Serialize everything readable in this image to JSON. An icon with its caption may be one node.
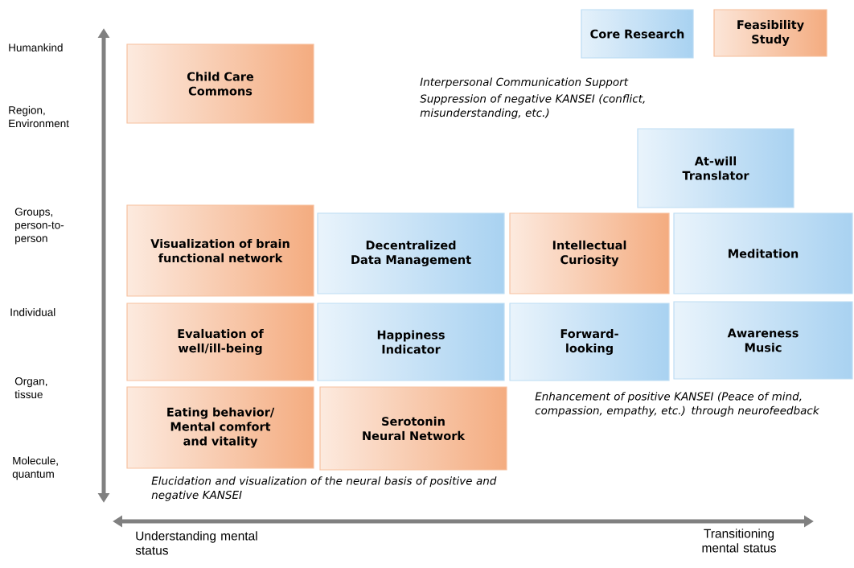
{
  "diagram": {
    "nodes": [
      {
        "text": [
          "Child Care Commons"
        ]
      },
      {
        "text": [
          "At-will Translator"
        ]
      },
      {
        "text": [
          "Visualization of brain functional network"
        ]
      },
      {
        "text": [
          "Decentralized Data Management"
        ]
      },
      {
        "text": [
          "Intellectual Curiosity"
        ]
      },
      {
        "text": [
          "Meditation"
        ]
      },
      {
        "text": [
          "Evaluation of well/ill-being"
        ]
      },
      {
        "text": [
          "Happiness Indicator"
        ]
      },
      {
        "text": [
          "Forward-looking"
        ]
      },
      {
        "text": [
          "Awareness Music"
        ]
      },
      {
        "text": [
          "Eating behavior/ Mental comfort and vitality"
        ]
      },
      {
        "text": [
          "Serotonin Neural Network"
        ]
      }
    ],
    "labels": [
      "Humankind",
      "Region, Environment",
      "Interpersonal Communication Support",
      "Suppression of negative KANSEI (conflict, misunderstanding, etc.)",
      "Groups, person-to-person",
      "Individual",
      "Organ, tissue",
      "Enhancement of positive KANSEI (Peace of mind, compassion, empathy, etc.) through neurofeedback",
      "Molecule, quantum",
      "Elucidation and visualization of the neural basis of positive and negative KANSEI",
      "Understanding mental status",
      "Transitioning mental status"
    ],
    "legend": [
      {
        "text": "Core Research",
        "color": "#a9d2f1"
      },
      {
        "text": "Feasibility Study",
        "color": "#f4ac80"
      }
    ]
  }
}
